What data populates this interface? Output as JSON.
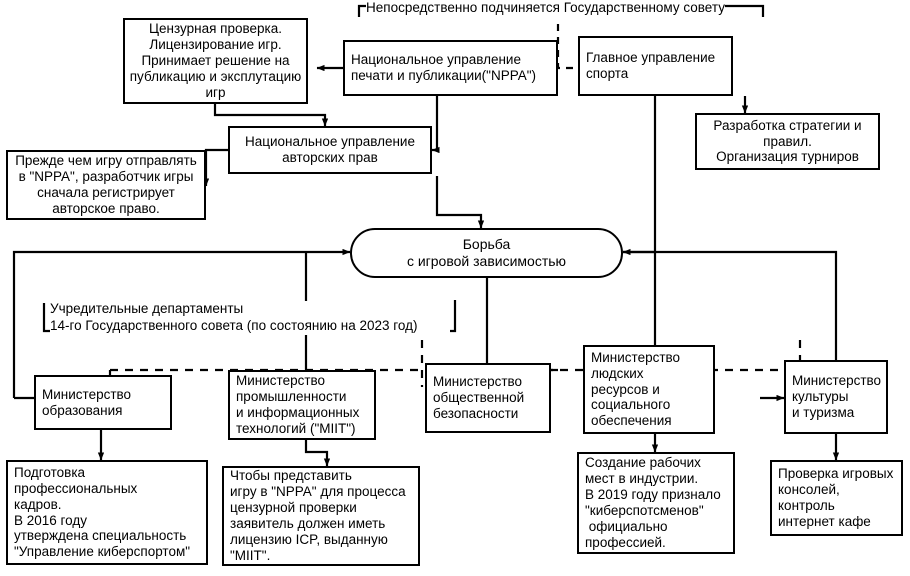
{
  "diagram": {
    "title_caption": "Непосредственно подчиняется Государственному совету",
    "group_caption": "Учредительные департаменты\n14-го Государственного совета (по состоянию на 2023 год)",
    "stroke_color": "#000000",
    "background_color": "#ffffff",
    "nodes": {
      "censorship_note": "Цензурная проверка.\nЛицензирование игр.\nПринимает решение на\nпубликацию и эксплутацию\nигр",
      "nppa": "Национальное управление\nпечати и публикации(\"NPPA\")",
      "sports_admin": "Главное управление\nспорта",
      "strategy_note": "Разработка стратегии и\nправил.\nОрганизация турниров",
      "copyright_admin": "Национальное управление\nавторских прав",
      "copyright_note": "Прежде чем игру отправлять\nв \"NPPA\", разработчик игры\nсначала регистрирует\nавторское право.",
      "addiction_oval": "Борьба\nс игровой зависимостью",
      "ministry_education": "Министерство\nобразования",
      "ministry_industry": "Министерство\nпромышленности\nи информационных\nтехнологий (\"MIIT\")",
      "ministry_security": "Министерство\nобщественной\nбезопасности",
      "ministry_human_resources": "Министерство\nлюдских\nресурсов и\nсоциального\nобеспечения",
      "ministry_culture": "Министерство\nкультуры\nи туризма",
      "education_note": "Подготовка\nпрофессиональных\nкадров.\nВ 2016 году\nутверждена специальность\n\"Управление киберспортом\"",
      "industry_note": "Чтобы представить\nигру в \"NPPA\" для процесса\nцензурной проверки\nзаявитель должен иметь\nлицензию ICP, выданную\n\"MIIT\".",
      "hr_note": "Создание рабочих\nмест в индустрии.\nВ 2019 году признало\n\"киберспотсменов\"\n официально\nпрофессией.",
      "culture_note": "Проверка игровых\nконсолей,\nконтроль\nинтернет кафе"
    }
  }
}
